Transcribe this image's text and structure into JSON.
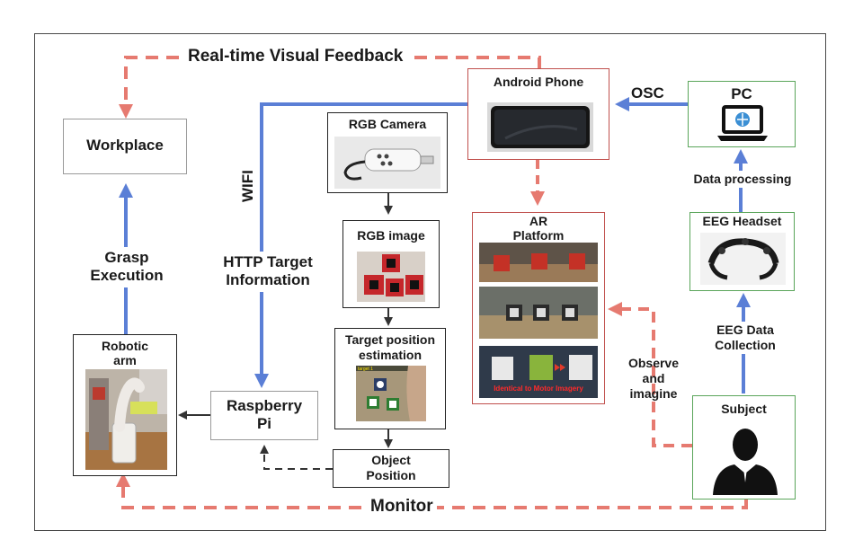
{
  "labels": {
    "feedback": "Real-time Visual Feedback",
    "monitor": "Monitor",
    "osc": "OSC",
    "wifi": "WIFI",
    "http_line1": "HTTP Target",
    "http_line2": "Information",
    "grasp_line1": "Grasp",
    "grasp_line2": "Execution",
    "data_processing": "Data processing",
    "eeg_collection_line1": "EEG Data",
    "eeg_collection_line2": "Collection",
    "observe_line1": "Observe",
    "observe_line2": "and",
    "observe_line3": "imagine"
  },
  "nodes": {
    "workplace": "Workplace",
    "android_phone": "Android  Phone",
    "pc": "PC",
    "rgb_camera": "RGB Camera",
    "rgb_image": "RGB image",
    "target_pos_line1": "Target position",
    "target_pos_line2": "estimation",
    "object_pos_line1": "Object",
    "object_pos_line2": "Position",
    "raspberry_line1": "Raspberry",
    "raspberry_line2": "Pi",
    "robotic_line1": "Robotic",
    "robotic_line2": "arm",
    "ar_line1": "AR",
    "ar_line2": "Platform",
    "eeg_headset": "EEG Headset",
    "subject": "Subject"
  },
  "ar_caption": "Identical to Motor Imagery",
  "colors": {
    "blue": "#5b7fd6",
    "red": "#e67a70",
    "dark": "#333333"
  }
}
